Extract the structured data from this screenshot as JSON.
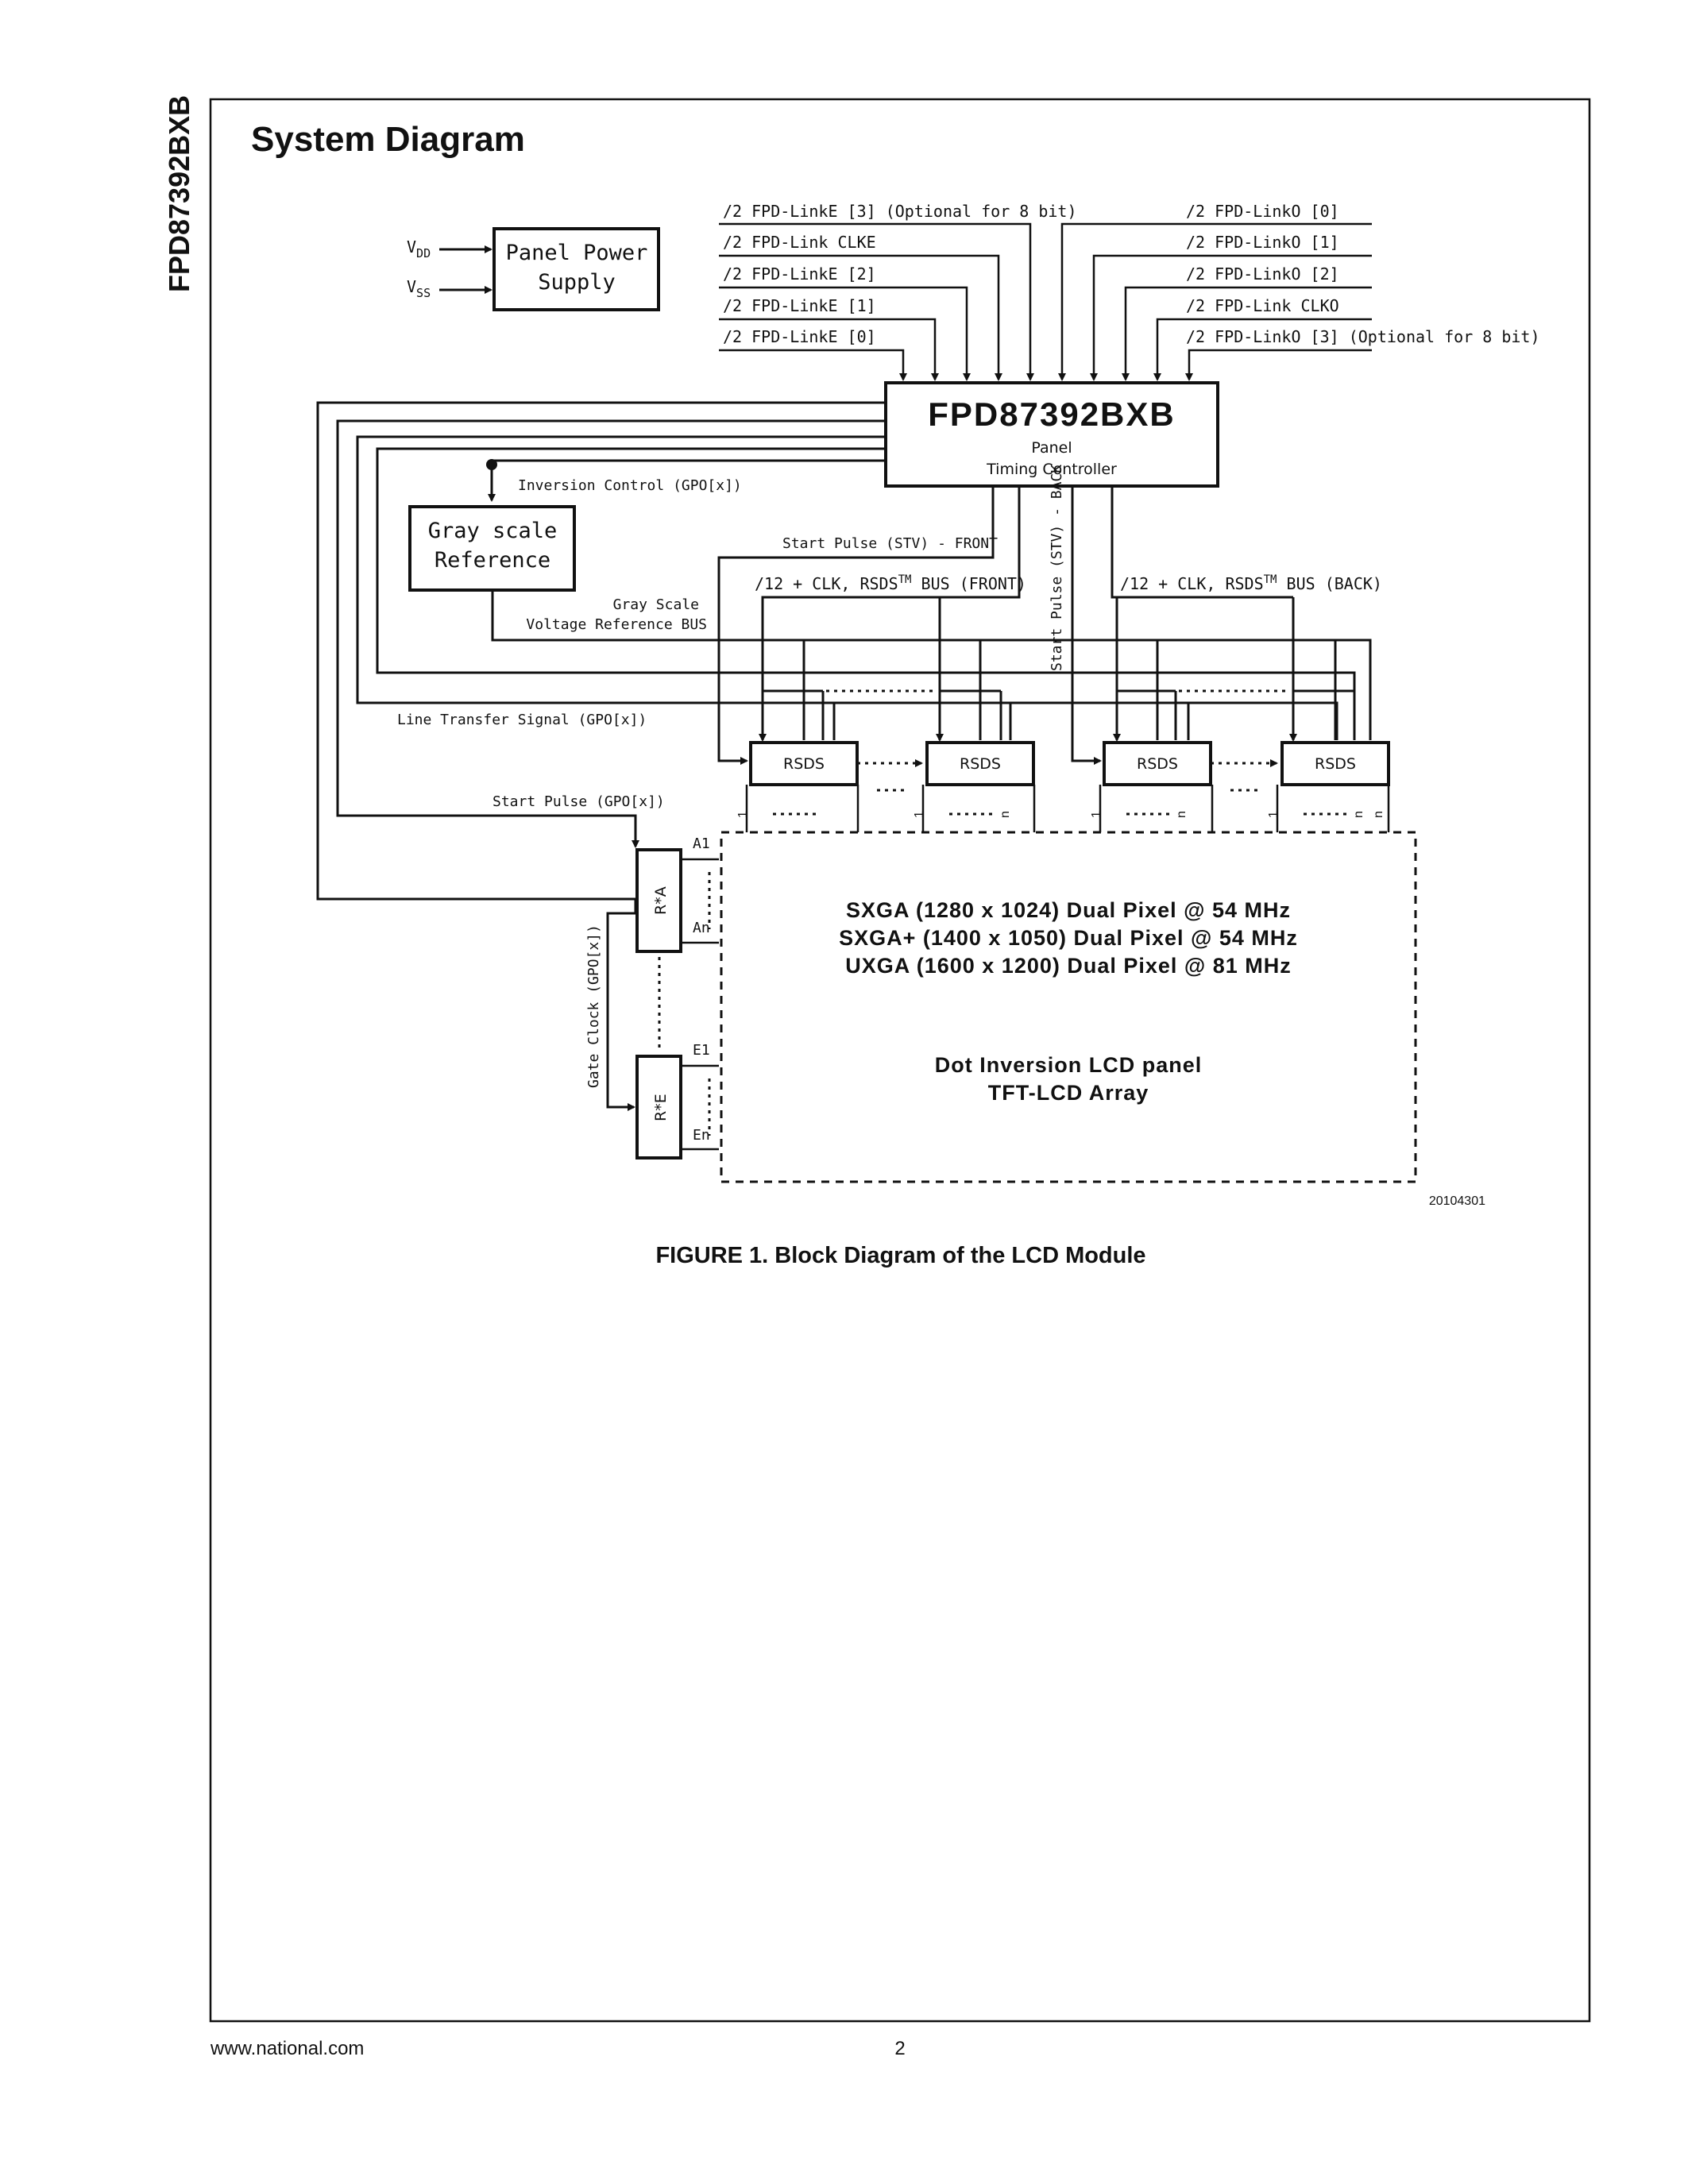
{
  "side_title": "FPD87392BXB",
  "section_title": "System Diagram",
  "power": {
    "vdd": "V",
    "vdd_sub": "DD",
    "vss": "V",
    "vss_sub": "SS",
    "box_line1": "Panel Power",
    "box_line2": "Supply"
  },
  "inputs_left": [
    "/2 FPD-LinkE [3] (Optional for 8 bit)",
    "/2 FPD-Link CLKE",
    "/2 FPD-LinkE [2]",
    "/2 FPD-LinkE [1]",
    "/2 FPD-LinkE [0]"
  ],
  "inputs_right": [
    "/2 FPD-LinkO [0]",
    "/2 FPD-LinkO [1]",
    "/2 FPD-LinkO [2]",
    "/2 FPD-Link CLKO",
    "/2 FPD-LinkO [3] (Optional for 8 bit)"
  ],
  "controller": {
    "name": "FPD87392BXB",
    "sub1": "Panel",
    "sub2": "Timing Controller"
  },
  "gray_ref": {
    "line1": "Gray scale",
    "line2": "Reference",
    "inversion": "Inversion Control (GPO[x])",
    "bus1": "Gray Scale",
    "bus2": "Voltage Reference BUS"
  },
  "signals": {
    "stv_front": "Start Pulse (STV) - FRONT",
    "stv_back": "Start Pulse (STV) - BACK",
    "bus_front_pre": "/12 + CLK, RSDS",
    "bus_front_tm": "TM",
    "bus_front_post": " BUS (FRONT)",
    "bus_back_pre": "/12 + CLK, RSDS",
    "bus_back_tm": "TM",
    "bus_back_post": " BUS (BACK)",
    "line_transfer": "Line Transfer Signal (GPO[x])",
    "start_pulse": "Start Pulse (GPO[x])",
    "gate_clock": "Gate Clock (GPO[x])"
  },
  "rsds_label": "RSDS",
  "col_labels": {
    "first": "1",
    "last": "n"
  },
  "row_drivers": {
    "a_label": "R*A",
    "e_label": "R*E",
    "a1": "A1",
    "an": "An",
    "e1": "E1",
    "en": "En"
  },
  "panel": {
    "line1": "SXGA (1280 x 1024) Dual Pixel @ 54 MHz",
    "line2": "SXGA+ (1400 x 1050) Dual Pixel @ 54 MHz",
    "line3": "UXGA (1600 x 1200) Dual Pixel @ 81 MHz",
    "line4": "Dot Inversion LCD panel",
    "line5": "TFT-LCD Array"
  },
  "figure_id": "20104301",
  "caption": "FIGURE 1. Block Diagram of the LCD Module",
  "footer": {
    "url": "www.national.com",
    "page": "2"
  }
}
